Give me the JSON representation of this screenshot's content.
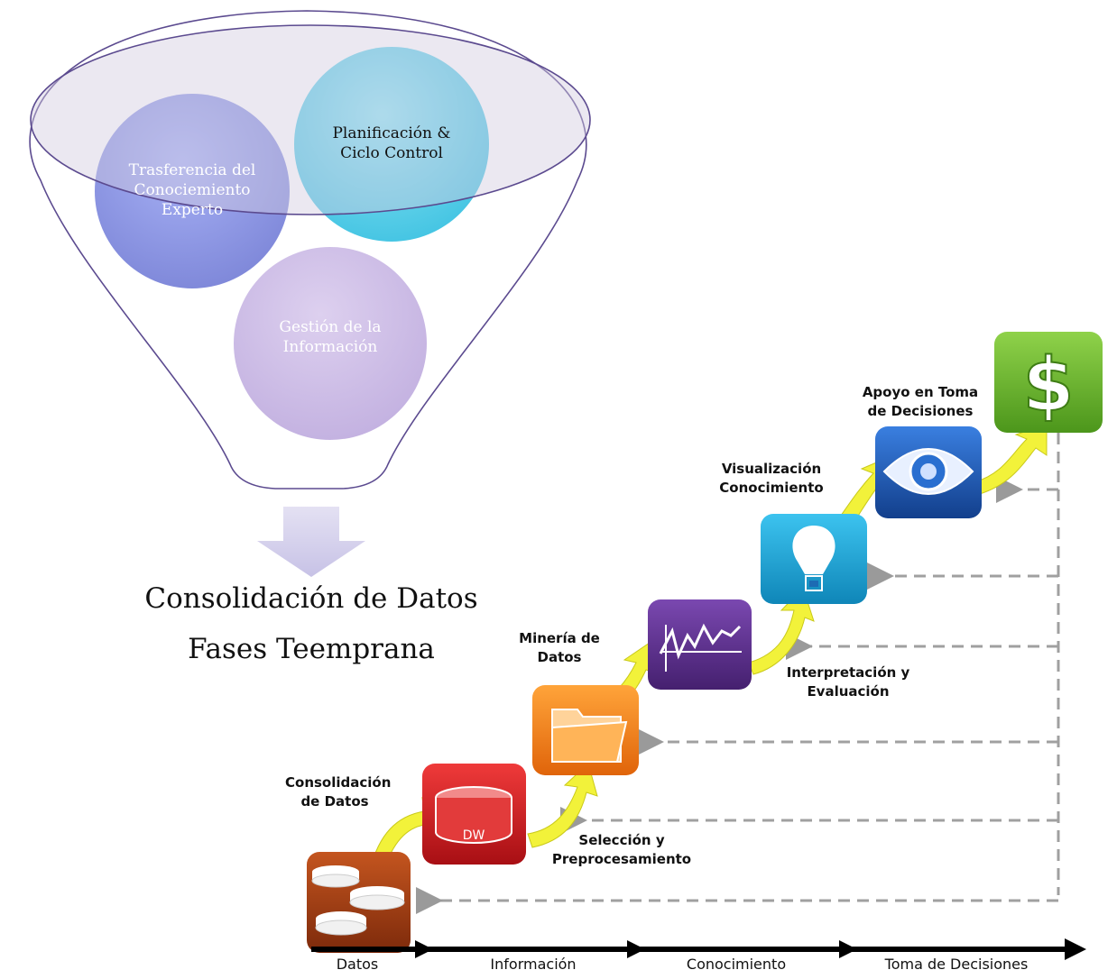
{
  "funnel": {
    "circles": [
      {
        "label": "Trasferencia del Conociemiento Experto"
      },
      {
        "label": "Planificación  & Ciclo Control"
      },
      {
        "label": "Gestión de la Información"
      }
    ],
    "result_title_line1": "Consolidación de Datos",
    "result_title_line2": "Fases Teemprana"
  },
  "process": {
    "steps": [
      {
        "label": "",
        "icon": "database-icon"
      },
      {
        "label": "Consolidación de Datos",
        "icon": "data-warehouse-icon",
        "badge": "DW"
      },
      {
        "label": "Selección y Preprocesamiento",
        "icon": "folder-icon"
      },
      {
        "label": "Minería de Datos",
        "icon": "line-chart-icon"
      },
      {
        "label": "Interpretación y Evaluación",
        "icon": "lightbulb-icon"
      },
      {
        "label": "Visualización Conocimiento",
        "icon": "eye-icon"
      },
      {
        "label": "Apoyo en Toma de Decisiones",
        "icon": "dollar-icon"
      }
    ],
    "timeline": [
      "Datos",
      "Información",
      "Conocimiento",
      "Toma de Decisiones"
    ],
    "colors": {
      "database": "#9a3a14",
      "warehouse": "#c8161d",
      "folder": "#f07d16",
      "chart": "#5a2d8a",
      "bulb": "#1aa3d4",
      "eye": "#1d58b0",
      "dollar": "#62ae2a",
      "arrow": "#f2f23a"
    }
  }
}
